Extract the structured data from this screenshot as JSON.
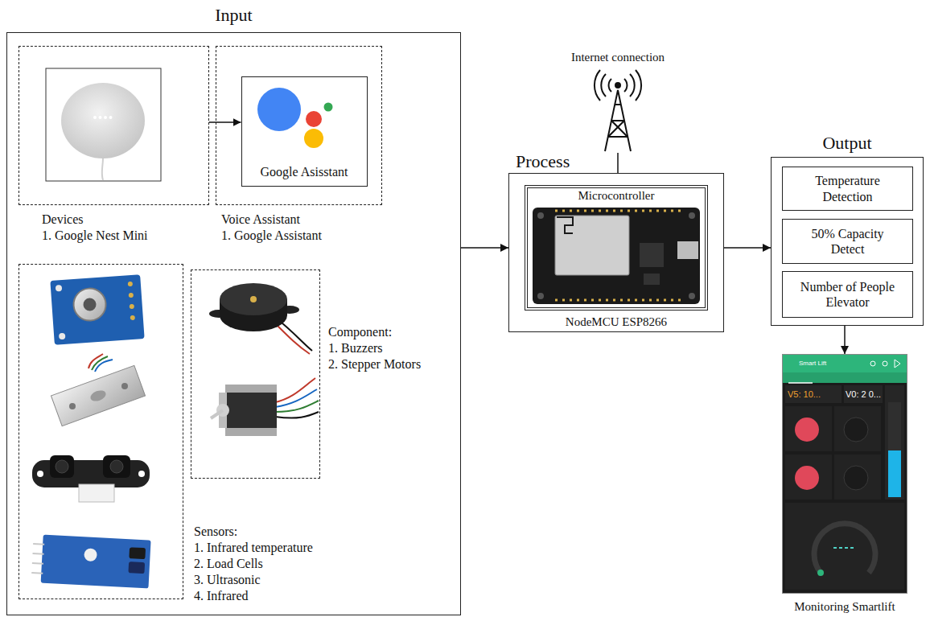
{
  "diagram": {
    "nodes": [
      {
        "text": [
          "Input"
        ]
      },
      {
        "text": [
          "Devices",
          "1. Google Nest Mini"
        ],
        "in": 0
      },
      {
        "text": [
          "Voice Assistant",
          "1. Google Assistant"
        ],
        "in": 0
      },
      {
        "text": [
          "Google Asisstant"
        ],
        "in": 2
      },
      {
        "text": [
          "Sensors:",
          "1. Infrared temperature",
          "2. Load Cells",
          "3. Ultrasonic",
          "4. Infrared"
        ],
        "in": 0
      },
      {
        "text": [
          "Component:",
          "1. Buzzers",
          "2. Stepper Motors"
        ],
        "in": 0
      },
      {
        "text": [
          "Process"
        ]
      },
      {
        "text": [
          "Microcontroller",
          "NodeMCU ESP8266"
        ],
        "in": 6
      },
      {
        "text": [
          "Internet connection"
        ]
      },
      {
        "text": [
          "Output"
        ]
      },
      {
        "text": [
          "Temperature Detection"
        ],
        "in": 9
      },
      {
        "text": [
          "50% Capacity Detect"
        ],
        "in": 9
      },
      {
        "text": [
          "Number of People Elevator"
        ],
        "in": 9
      },
      {
        "text": [
          "Monitoring Smartlift"
        ]
      }
    ],
    "edges": [
      {
        "from": 1,
        "to": 3,
        "arrow": "to"
      },
      {
        "from": 0,
        "to": 6,
        "arrow": "to"
      },
      {
        "from": 8,
        "to": 6,
        "arrow": "none"
      },
      {
        "from": 6,
        "to": 9,
        "arrow": "to"
      },
      {
        "from": 9,
        "to": 13,
        "arrow": "to"
      }
    ],
    "labels": [
      "Smart Lift",
      "V5: 10...",
      "V0: 2 0..."
    ]
  }
}
